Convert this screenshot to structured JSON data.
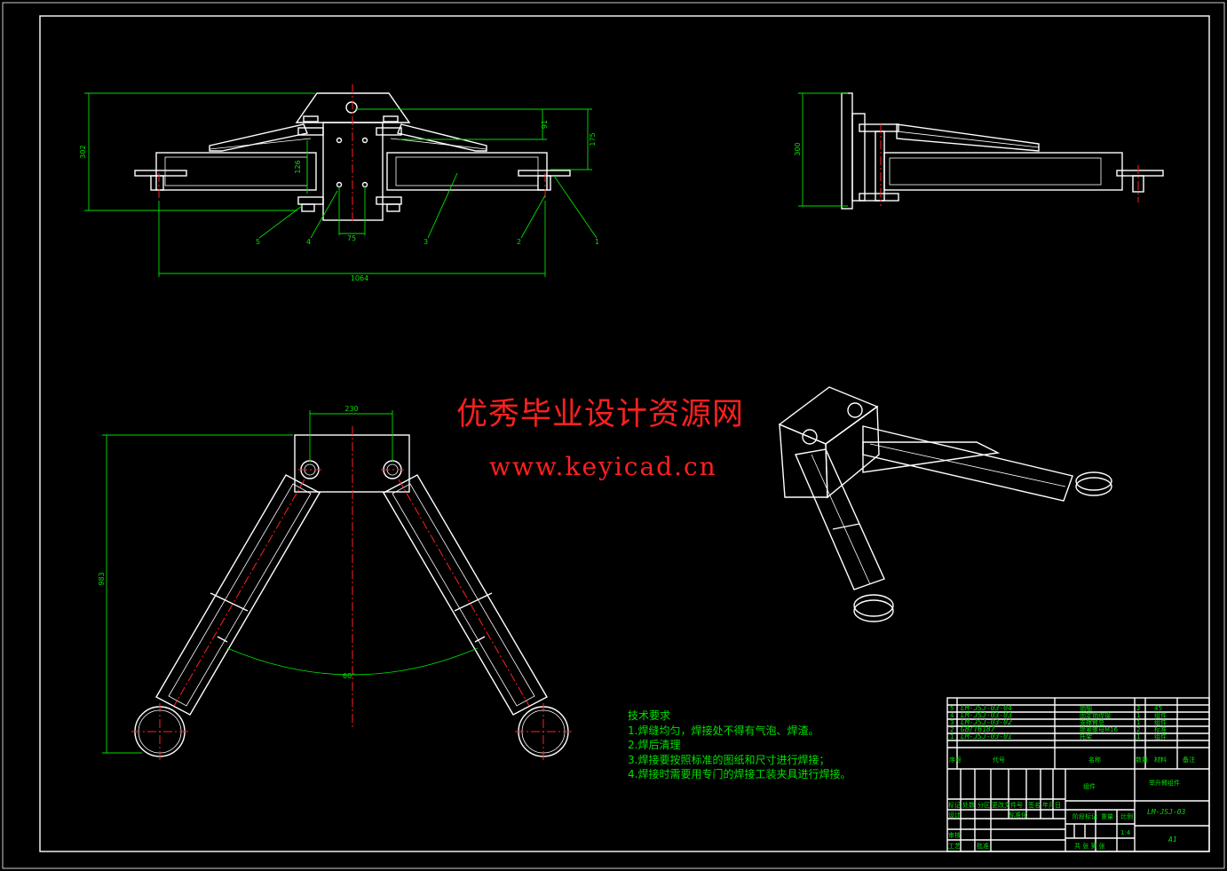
{
  "watermark": {
    "title": "优秀毕业设计资源网",
    "url": "www.keyicad.cn"
  },
  "views": {
    "front": {
      "dims": {
        "overall_height": "302",
        "right_upper": "91",
        "right_full": "175",
        "center_height": "126",
        "center_width": "75",
        "overall_width": "1064"
      },
      "balloons": [
        "5",
        "4",
        "3",
        "2",
        "1"
      ]
    },
    "side": {
      "dims": {
        "height": "300"
      }
    },
    "plan": {
      "dims": {
        "top_width": "230",
        "height": "983",
        "angle": "60°"
      }
    }
  },
  "notes": {
    "heading": "技术要求",
    "items": [
      "1.焊缝均匀，焊接处不得有气泡、焊渣。",
      "2.焊后清理",
      "3.焊接要按照标准的图纸和尺寸进行焊接；",
      "4.焊接时需要用专门的焊接工装夹具进行焊接。"
    ]
  },
  "title_block": {
    "bom": [
      {
        "no": "5",
        "code": "LM-JSJ-03-04",
        "name": "销轴",
        "qty": "2",
        "material": "45"
      },
      {
        "no": "4",
        "code": "LM-JSJ-03-03",
        "name": "固定销焊接",
        "qty": "1",
        "material": "组件"
      },
      {
        "no": "3",
        "code": "LM-JSJ-03-02",
        "name": "支撑臂总",
        "qty": "1",
        "material": "组件"
      },
      {
        "no": "2",
        "code": "GB/T6187",
        "name": "锁紧螺母M16",
        "qty": "2",
        "material": "标准"
      },
      {
        "no": "1",
        "code": "LM-JSJ-03-01",
        "name": "托架",
        "qty": "1",
        "material": "组件"
      }
    ],
    "bom_header": {
      "no": "序号",
      "code": "代号",
      "name": "名称",
      "qty": "数量",
      "material": "材料",
      "remark": "备注"
    },
    "material_cell": "组件",
    "drawing_name": "举升臂组件",
    "drawing_code": "LM-JSJ-03",
    "sheet_size": "A1",
    "scale": "1:4",
    "labels": {
      "mark": "标记",
      "count": "处数",
      "zone": "分区",
      "change_doc": "更改文件号",
      "sign": "签名",
      "date": "年月日",
      "design": "设计",
      "standardize": "标准化",
      "stage_mark": "阶段标记",
      "weight": "重量",
      "scale": "比例",
      "review": "审核",
      "process": "工艺",
      "approve": "批准",
      "sheets": "共 张 第 张"
    }
  },
  "colors": {
    "background": "#000000",
    "lines": "#ffffff",
    "dimensions": "#00e000",
    "centerlines": "#ff2020",
    "watermark": "#ff2020"
  }
}
